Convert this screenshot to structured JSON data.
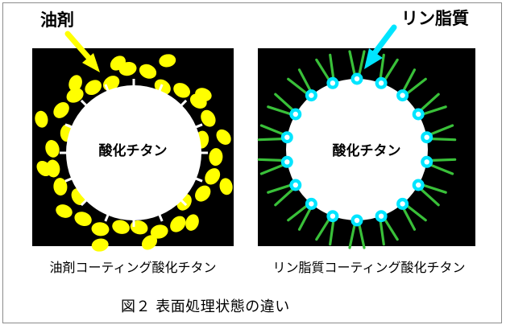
{
  "labels": {
    "oil_agent": "油剤",
    "phospholipid": "リン脂質"
  },
  "panels": {
    "left": {
      "core_label": "酸化チタン",
      "caption": "油剤コーティング酸化チタン"
    },
    "right": {
      "core_label": "酸化チタン",
      "caption": "リン脂質コーティング酸化チタン"
    }
  },
  "figure_caption": "図２ 表面処理状態の違い",
  "colors": {
    "panel_background": "#000000",
    "particle_core": "#ffffff",
    "oil_droplet": "#ffff00",
    "oil_arrow": "#ffff00",
    "phospholipid_head": "#00e5ff",
    "phospholipid_tail": "#39c039",
    "lipid_arrow": "#00e5ff"
  }
}
